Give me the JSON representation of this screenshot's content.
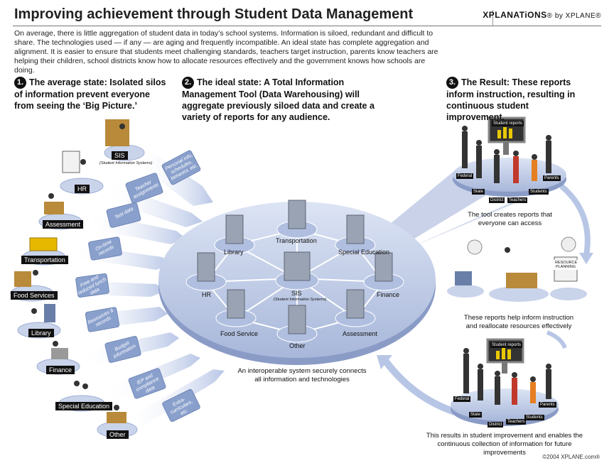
{
  "header": {
    "title": "Improving achievement through Student Data Management",
    "brand": "XPLANATiONS",
    "brand_suffix": "® by XPLANE®"
  },
  "intro": "On average, there is little aggregation of student data in today’s school systems. Information is siloed, redundant and difficult to share. The technologies used — if any — are aging and frequently incompatible. An ideal state has complete aggregation and alignment. It is easier to ensure that students meet challenging standards, teachers target instruction, parents know teachers are helping their children, school districts know how to allocate resources effectively and the government knows how schools are doing.",
  "steps": [
    {
      "num": "1.",
      "text": "The average state: Isolated silos of information prevent everyone from seeing the ‘Big Picture.’"
    },
    {
      "num": "2.",
      "text": "The ideal state: A Total Information Management Tool (Data Warehousing) will aggregate previously siloed data and create a variety of reports for any audience."
    },
    {
      "num": "3.",
      "text": "The Result: These reports inform instruction, resulting in continuous student improvement."
    }
  ],
  "silos": [
    {
      "label": "SIS",
      "sub": "(Student Information Systems)",
      "flow": "Personal info, schedules, behavior, etc."
    },
    {
      "label": "HR",
      "flow": "Teacher assignments"
    },
    {
      "label": "Assessment",
      "flow": "Test data"
    },
    {
      "label": "Transportation",
      "flow": "On-time records"
    },
    {
      "label": "Food Services",
      "flow": "Free and reduced lunch data"
    },
    {
      "label": "Library",
      "flow": "Resources & records"
    },
    {
      "label": "Finance",
      "flow": "Budget information"
    },
    {
      "label": "Special Education",
      "flow": "IEP and compliance data"
    },
    {
      "label": "Other",
      "flow": "Extra-curriculars, etc."
    }
  ],
  "hub": {
    "nodes": {
      "library": "Library",
      "transportation": "Transportation",
      "special_education": "Special Education",
      "hr": "HR",
      "sis": "SIS",
      "sis_sub": "(Student Information Systems)",
      "finance": "Finance",
      "food_service": "Food Service",
      "assessment": "Assessment",
      "other": "Other"
    },
    "caption": "An interoperable system securely connects all information and technologies"
  },
  "results": {
    "top_screen": "Student reports",
    "top_roles": [
      "Federal",
      "State",
      "District",
      "Teachers",
      "Students",
      "Parents"
    ],
    "top_caption": "The tool creates reports that everyone can access",
    "mid_sign": "RESOURCE PLANNING",
    "mid_caption": "These reports help inform instruction and reallocate resources effectively",
    "bottom_screen": "Student reports",
    "bottom_roles": [
      "Federal",
      "State",
      "District",
      "Teachers",
      "Students",
      "Parents"
    ],
    "bottom_caption": "This results in student improvement and enables the continuous collection of information for future improvements"
  },
  "footer": {
    "copyright": "©2004 XPLANE.com®"
  },
  "colors": {
    "platform": "#c9d3ea",
    "platform_dark": "#8ea0c8",
    "flow_folder": "#8aa0cc",
    "server": "#9aa3b3",
    "label_bg": "#111111"
  }
}
